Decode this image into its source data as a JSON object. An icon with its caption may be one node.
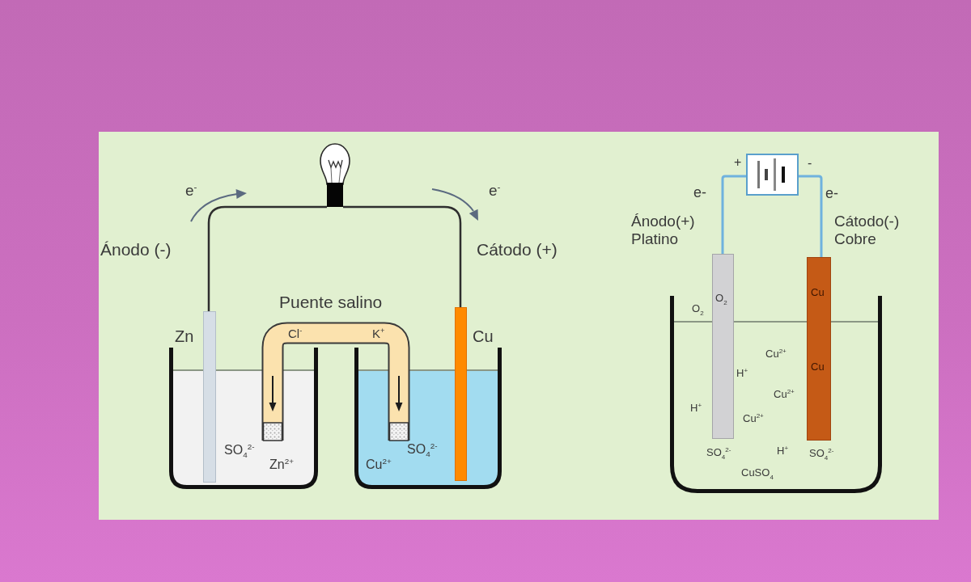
{
  "diagram": {
    "nodes": [
      {
        "text": [],
        "shape": "bulb"
      },
      {
        "text": [],
        "shape": "bar",
        "beside": [
          "Zn"
        ]
      },
      {
        "text": [],
        "shape": "bar",
        "beside": [
          "Cu"
        ]
      },
      {
        "text": [
          "Cl$^{-}$",
          "K$^{+}$"
        ],
        "beside": [
          "Puente salino"
        ]
      },
      {
        "text": [
          "SO$_{4}$$^{2-}$",
          "Zn$^{2+}$"
        ]
      },
      {
        "text": [
          "Cu$^{2+}$",
          "SO$_{4}$$^{2-}$"
        ]
      },
      {
        "text": [],
        "shape": "battery",
        "beside": [
          "+",
          "-"
        ]
      },
      {
        "text": [
          "O$_{2}$"
        ]
      },
      {
        "text": [
          "Cu",
          "Cu"
        ]
      },
      {
        "text": [
          "O$_{2}$",
          "Cu$^{2+}$",
          "H$^{+}$",
          "Cu$^{2+}$",
          "H$^{+}$",
          "Cu$^{2+}$",
          "SO$_{4}$$^{2-}$",
          "H$^{+}$",
          "SO$_{4}$$^{2-}$",
          "CuSO$_{4}$"
        ]
      }
    ],
    "edges": [
      {
        "from": 1,
        "to": 0,
        "arrow": "none"
      },
      {
        "from": 0,
        "to": 2,
        "arrow": "none"
      },
      {
        "from": 6,
        "to": 7,
        "arrow": "none",
        "color": "#6fb2de"
      },
      {
        "from": 6,
        "to": 8,
        "arrow": "none",
        "color": "#6fb2de"
      }
    ],
    "labels": [
      "e$^{-}$",
      "e$^{-}$",
      "Ánodo (-)",
      "Cátodo (+)",
      "e-",
      "e-",
      "Ánodo(+) Platino",
      "Cátodo(-) Cobre"
    ]
  }
}
